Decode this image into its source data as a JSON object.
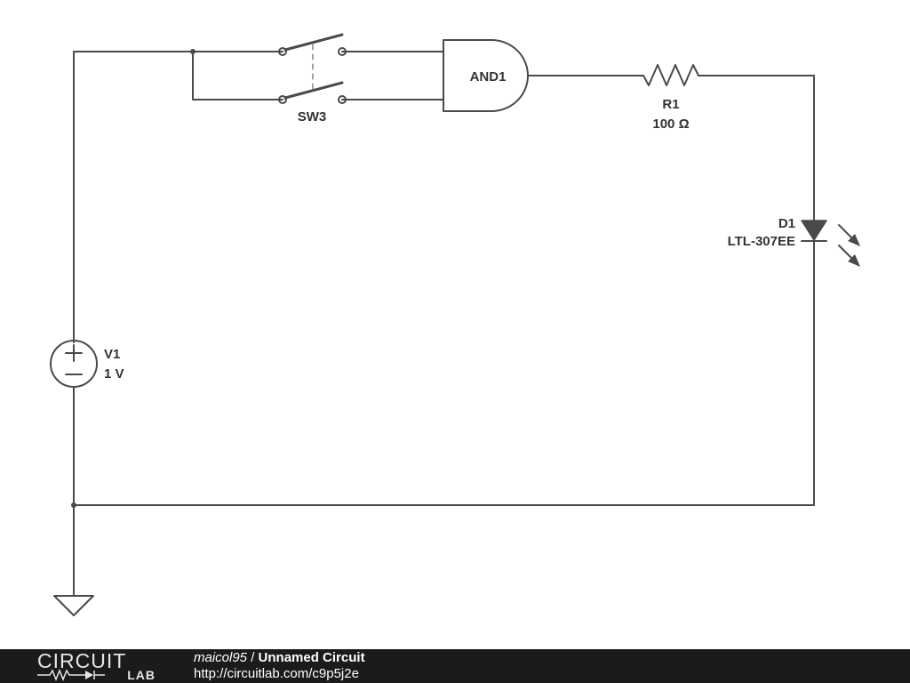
{
  "components": {
    "switch": {
      "name": "SW3"
    },
    "gate": {
      "name": "AND1"
    },
    "resistor": {
      "name": "R1",
      "value": "100 Ω"
    },
    "led": {
      "name": "D1",
      "part": "LTL-307EE"
    },
    "source": {
      "name": "V1",
      "value": "1 V"
    }
  },
  "footer": {
    "logo_top": "CIRCUIT",
    "logo_bottom": "LAB",
    "author": "maicol95",
    "separator": " / ",
    "circuit_title": "Unnamed Circuit",
    "url": "http://circuitlab.com/c9p5j2e"
  },
  "colors": {
    "wire": "#4a4a4a",
    "label": "#333333",
    "footer_bg": "#1b1b1b",
    "footer_text": "#ffffff"
  }
}
